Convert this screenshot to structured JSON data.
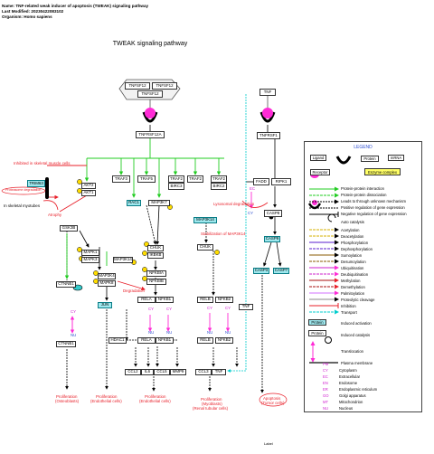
{
  "meta": {
    "name": "Name: TNF-related weak inducer of apoptosis (TWEAK) signaling pathway",
    "modified": "Last Modified: 20230422083102",
    "organism": "Organism: Homo sapiens"
  },
  "title": "TWEAK signaling pathway",
  "colors": {
    "magenta": "#ff2bd6",
    "green": "#22cc22",
    "cyan": "#00cccc",
    "red": "#e8202a",
    "complex": "#ffff66",
    "protein_cyan": "#9ee8ee"
  },
  "nodes": {
    "tnfsf12_a": "TNFSF12",
    "tnfsf12_b": "TNFSF12",
    "tnfsf12_c": "TNFSF12",
    "tnf": "TNF",
    "tnfrsf12a": "TNFRSF12A",
    "tnfrsf1": "TNFRSF1",
    "traf3": "TRAF3",
    "traf5": "TRAF5",
    "traf2_a": "TRAF2",
    "birc3_a": "BIRC3",
    "traf2_b": "TRAF2",
    "traf2_c": "TRAF2",
    "birc2": "BIRC2",
    "fadd": "FADD",
    "ripk1": "RIPK1",
    "trim63": "TRIM63",
    "akt2": "AKT2",
    "akt1": "AKT1",
    "rac1": "RAC1",
    "map3k7": "MAP3K7",
    "map3k14_a": "MAP3K14",
    "casp8": "CASP8",
    "gsk3b": "GSK3B",
    "mapk1": "MAPK1",
    "mapk3": "MAPK3",
    "chuk_a": "CHUK",
    "ikbkb": "IKBKB",
    "map3k14_b": "MAP3K14",
    "chuk_b": "CHUK",
    "casp9": "CASP9",
    "map2k4": "MAP2K4",
    "casp3": "CASP3",
    "casp7": "CASP7",
    "nfkbia": "NFKBIA",
    "mapk14": "MAPK14",
    "ctnnb1_a": "CTNNB1",
    "mapk8": "MAPK8",
    "nfkbib": "NFKBIB",
    "jun": "JUN",
    "rela_a": "RELA",
    "nfkb1_a": "NFKB1",
    "relb_a": "RELB",
    "nfkb2_a": "NFKB2",
    "tnf2": "TNF",
    "ctnnb1_b": "CTNNB1",
    "hdac1": "HDAC1",
    "rela_b": "RELA",
    "nfkb1_b": "NFKB1",
    "relb_b": "RELB",
    "nfkb2_b": "NFKB2",
    "ccl2": "CCL2",
    "il6": "IL6",
    "ccl5": "CCL5",
    "mmp9": "MMP9",
    "ccl3": "CCL3",
    "tnf3": "TNF"
  },
  "labels": {
    "inhibited": "Inhibited in skeletal muscle cells",
    "proteasome": "Proteasome degradation",
    "in_skeletal": "In skeletal myotubes",
    "atrophy": "Atrophy",
    "lysosomal": "Lysosomal degradation",
    "stabilization": "Stabilization of MAP3K14",
    "degradation": "Degradation",
    "prolif_osteo": "Proliferation",
    "prolif_osteo_sub": "(Osteoblasts)",
    "prolif_endo": "Proliferation",
    "prolif_endo_sub": "(Endothelial cells)",
    "prolif_endo2": "Proliferation",
    "prolif_endo2_sub": "(Endothelial cells)",
    "prolif_myo": "Proliferation",
    "prolif_myo_sub": "(Myoblasts)",
    "prolif_renal": "(Renal tubular cells)",
    "apoptosis": "Apoptosis",
    "apoptosis_sub": "(Tumor cells)",
    "ec": "EC",
    "cy": "CY",
    "nu": "NU"
  },
  "legend": {
    "title": "LEGEND",
    "ligand": "Ligand",
    "receptor": "Receptor",
    "protein": "Protein",
    "mrna": "mRNA",
    "enzyme_complex": "Enzyme complex",
    "items": [
      "Protein-protein interaction",
      "Protein-protein dissociation",
      "Leads to through unknown mechanism",
      "Positive regulation of gene expression",
      "Negative regulation of gene expression",
      "Auto catalysis",
      "Acetylation",
      "Deacetylation",
      "Phosphorylation",
      "Dephosphorylation",
      "Sumoylation",
      "Desumoylation",
      "Ubiquitination",
      "Deubiquitination",
      "Methylation",
      "Demethylation",
      "Palmitoylation",
      "Proteolytic cleavage",
      "Inhibition",
      "Transport"
    ],
    "induced_activation": "Induced activation",
    "induced_catalysis": "Induced catalysis",
    "translocation": "Translocation",
    "plasma_membrane": "Plasma membrane",
    "compartments": [
      {
        "code": "PM",
        "name": "Plasma membrane"
      },
      {
        "code": "CY",
        "name": "Cytoplasm"
      },
      {
        "code": "EC",
        "name": "Extracellular"
      },
      {
        "code": "EN",
        "name": "Endosome"
      },
      {
        "code": "ER",
        "name": "Endoplasmic reticulum"
      },
      {
        "code": "GO",
        "name": "Golgi apparatus"
      },
      {
        "code": "MT",
        "name": "Mitochondrion"
      },
      {
        "code": "NU",
        "name": "Nucleus"
      }
    ]
  },
  "footer": "Label"
}
